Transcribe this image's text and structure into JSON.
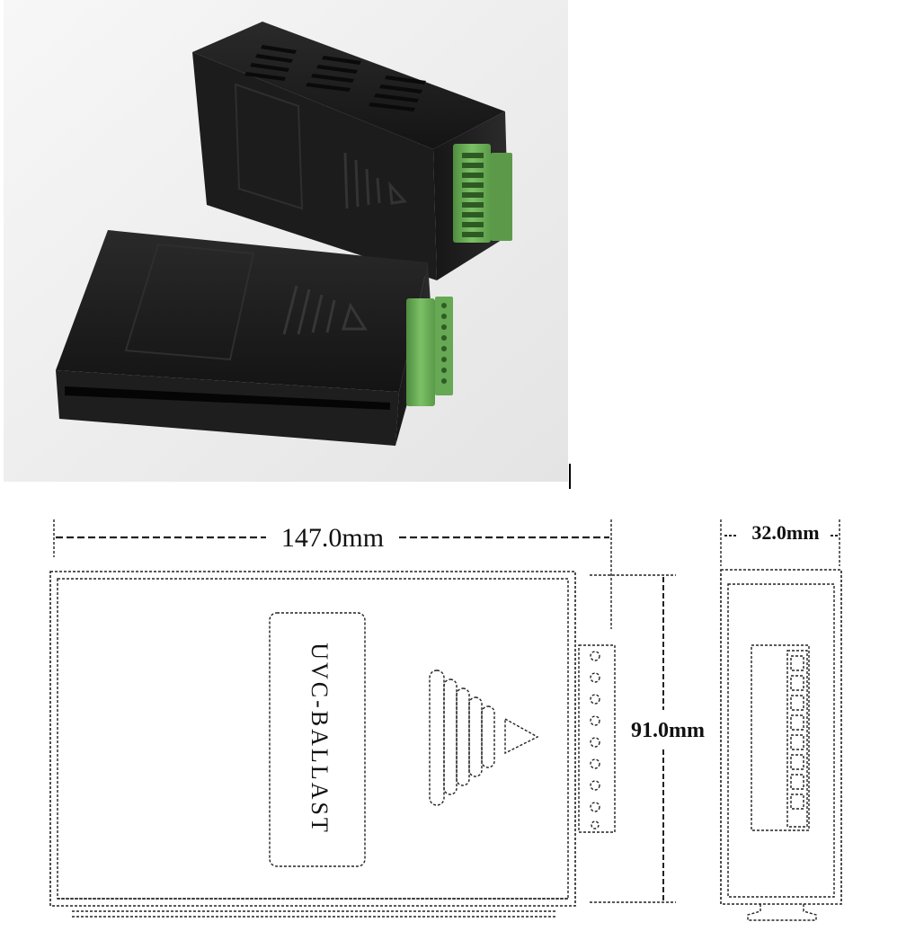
{
  "dimensions": {
    "length": "147.0mm",
    "height": "91.0mm",
    "depth": "32.0mm"
  },
  "label_text": "UVC-BALLAST",
  "colors": {
    "enclosure": "#1a1a1a",
    "terminal": "#6fb05a",
    "photo_background": "#f2f2f2",
    "line": "#222222"
  }
}
